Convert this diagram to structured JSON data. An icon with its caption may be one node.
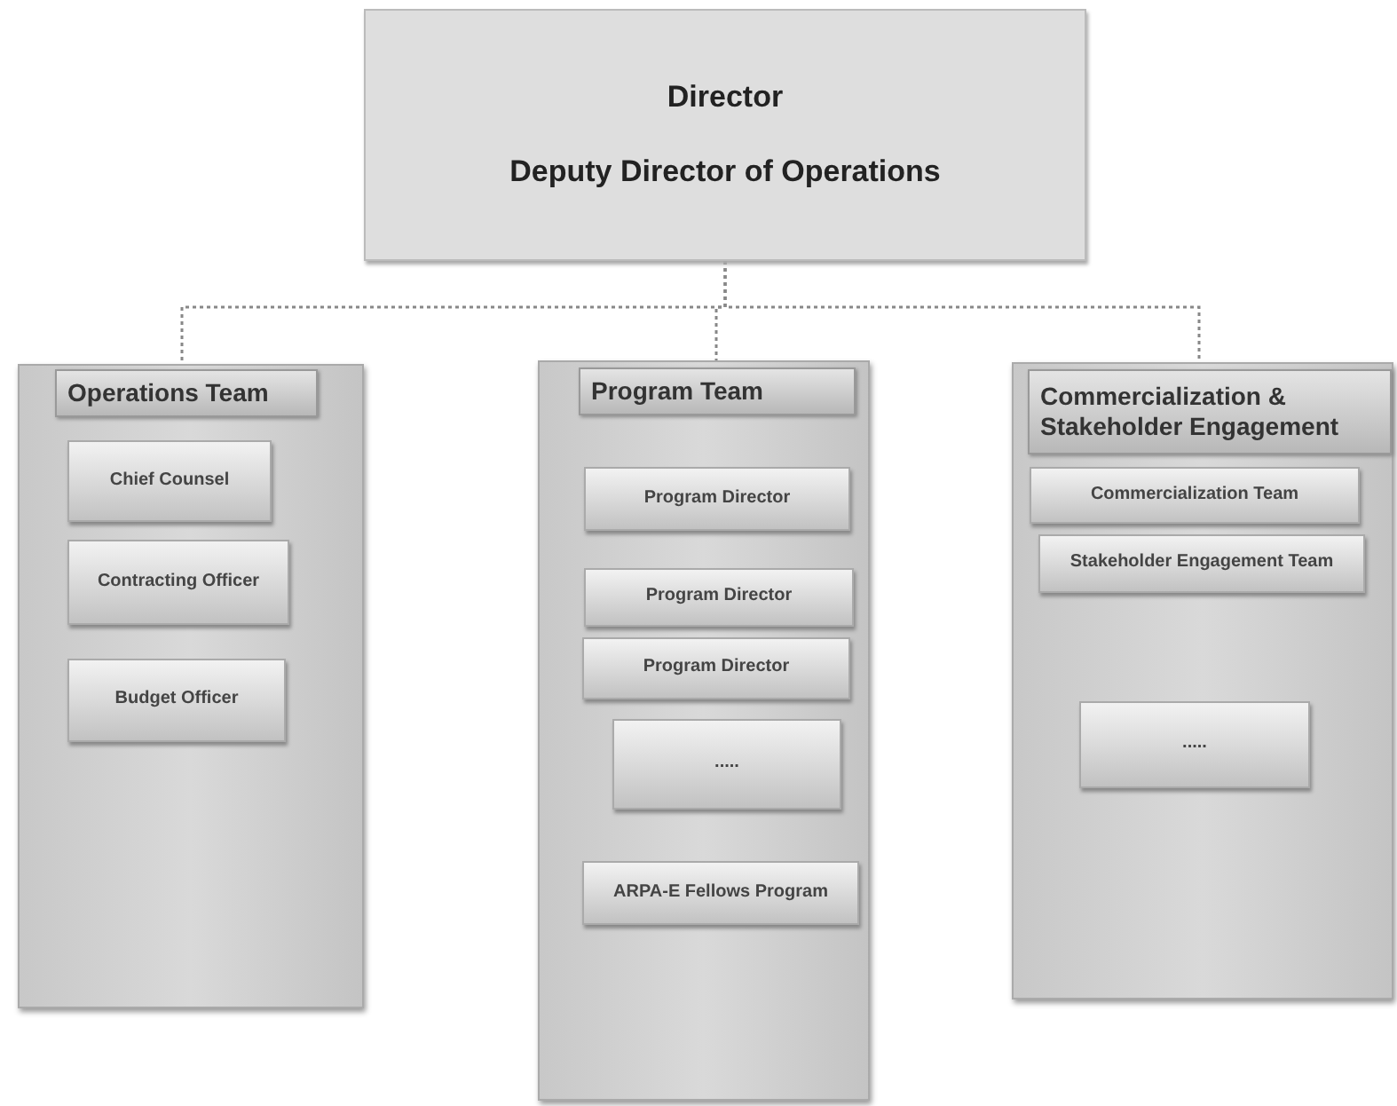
{
  "diagram": {
    "nodes": [
      {
        "text": [
          "Director",
          "Deputy Director of Operations"
        ]
      },
      {
        "text": [
          "Operations Team"
        ]
      },
      {
        "text": [
          "Chief Counsel"
        ],
        "in": 1
      },
      {
        "text": [
          "Contracting Officer"
        ],
        "in": 1
      },
      {
        "text": [
          "Budget Officer"
        ],
        "in": 1
      },
      {
        "text": [
          "Program Team"
        ]
      },
      {
        "text": [
          "Program Director"
        ],
        "in": 5
      },
      {
        "text": [
          "Program Director"
        ],
        "in": 5
      },
      {
        "text": [
          "Program Director"
        ],
        "in": 5
      },
      {
        "text": [
          "....."
        ],
        "in": 5
      },
      {
        "text": [
          "ARPA-E Fellows Program"
        ],
        "in": 5
      },
      {
        "text": [
          "Commercialization & Stakeholder Engagement"
        ]
      },
      {
        "text": [
          "Commercialization Team"
        ],
        "in": 11
      },
      {
        "text": [
          "Stakeholder Engagement Team"
        ],
        "in": 11
      },
      {
        "text": [
          "....."
        ],
        "in": 11
      }
    ],
    "edges": [
      {
        "from": 0,
        "to": 1,
        "arrow": "none",
        "style": "dashed"
      },
      {
        "from": 0,
        "to": 5,
        "arrow": "none",
        "style": "dashed"
      },
      {
        "from": 0,
        "to": 11,
        "arrow": "none",
        "style": "dashed"
      }
    ]
  }
}
